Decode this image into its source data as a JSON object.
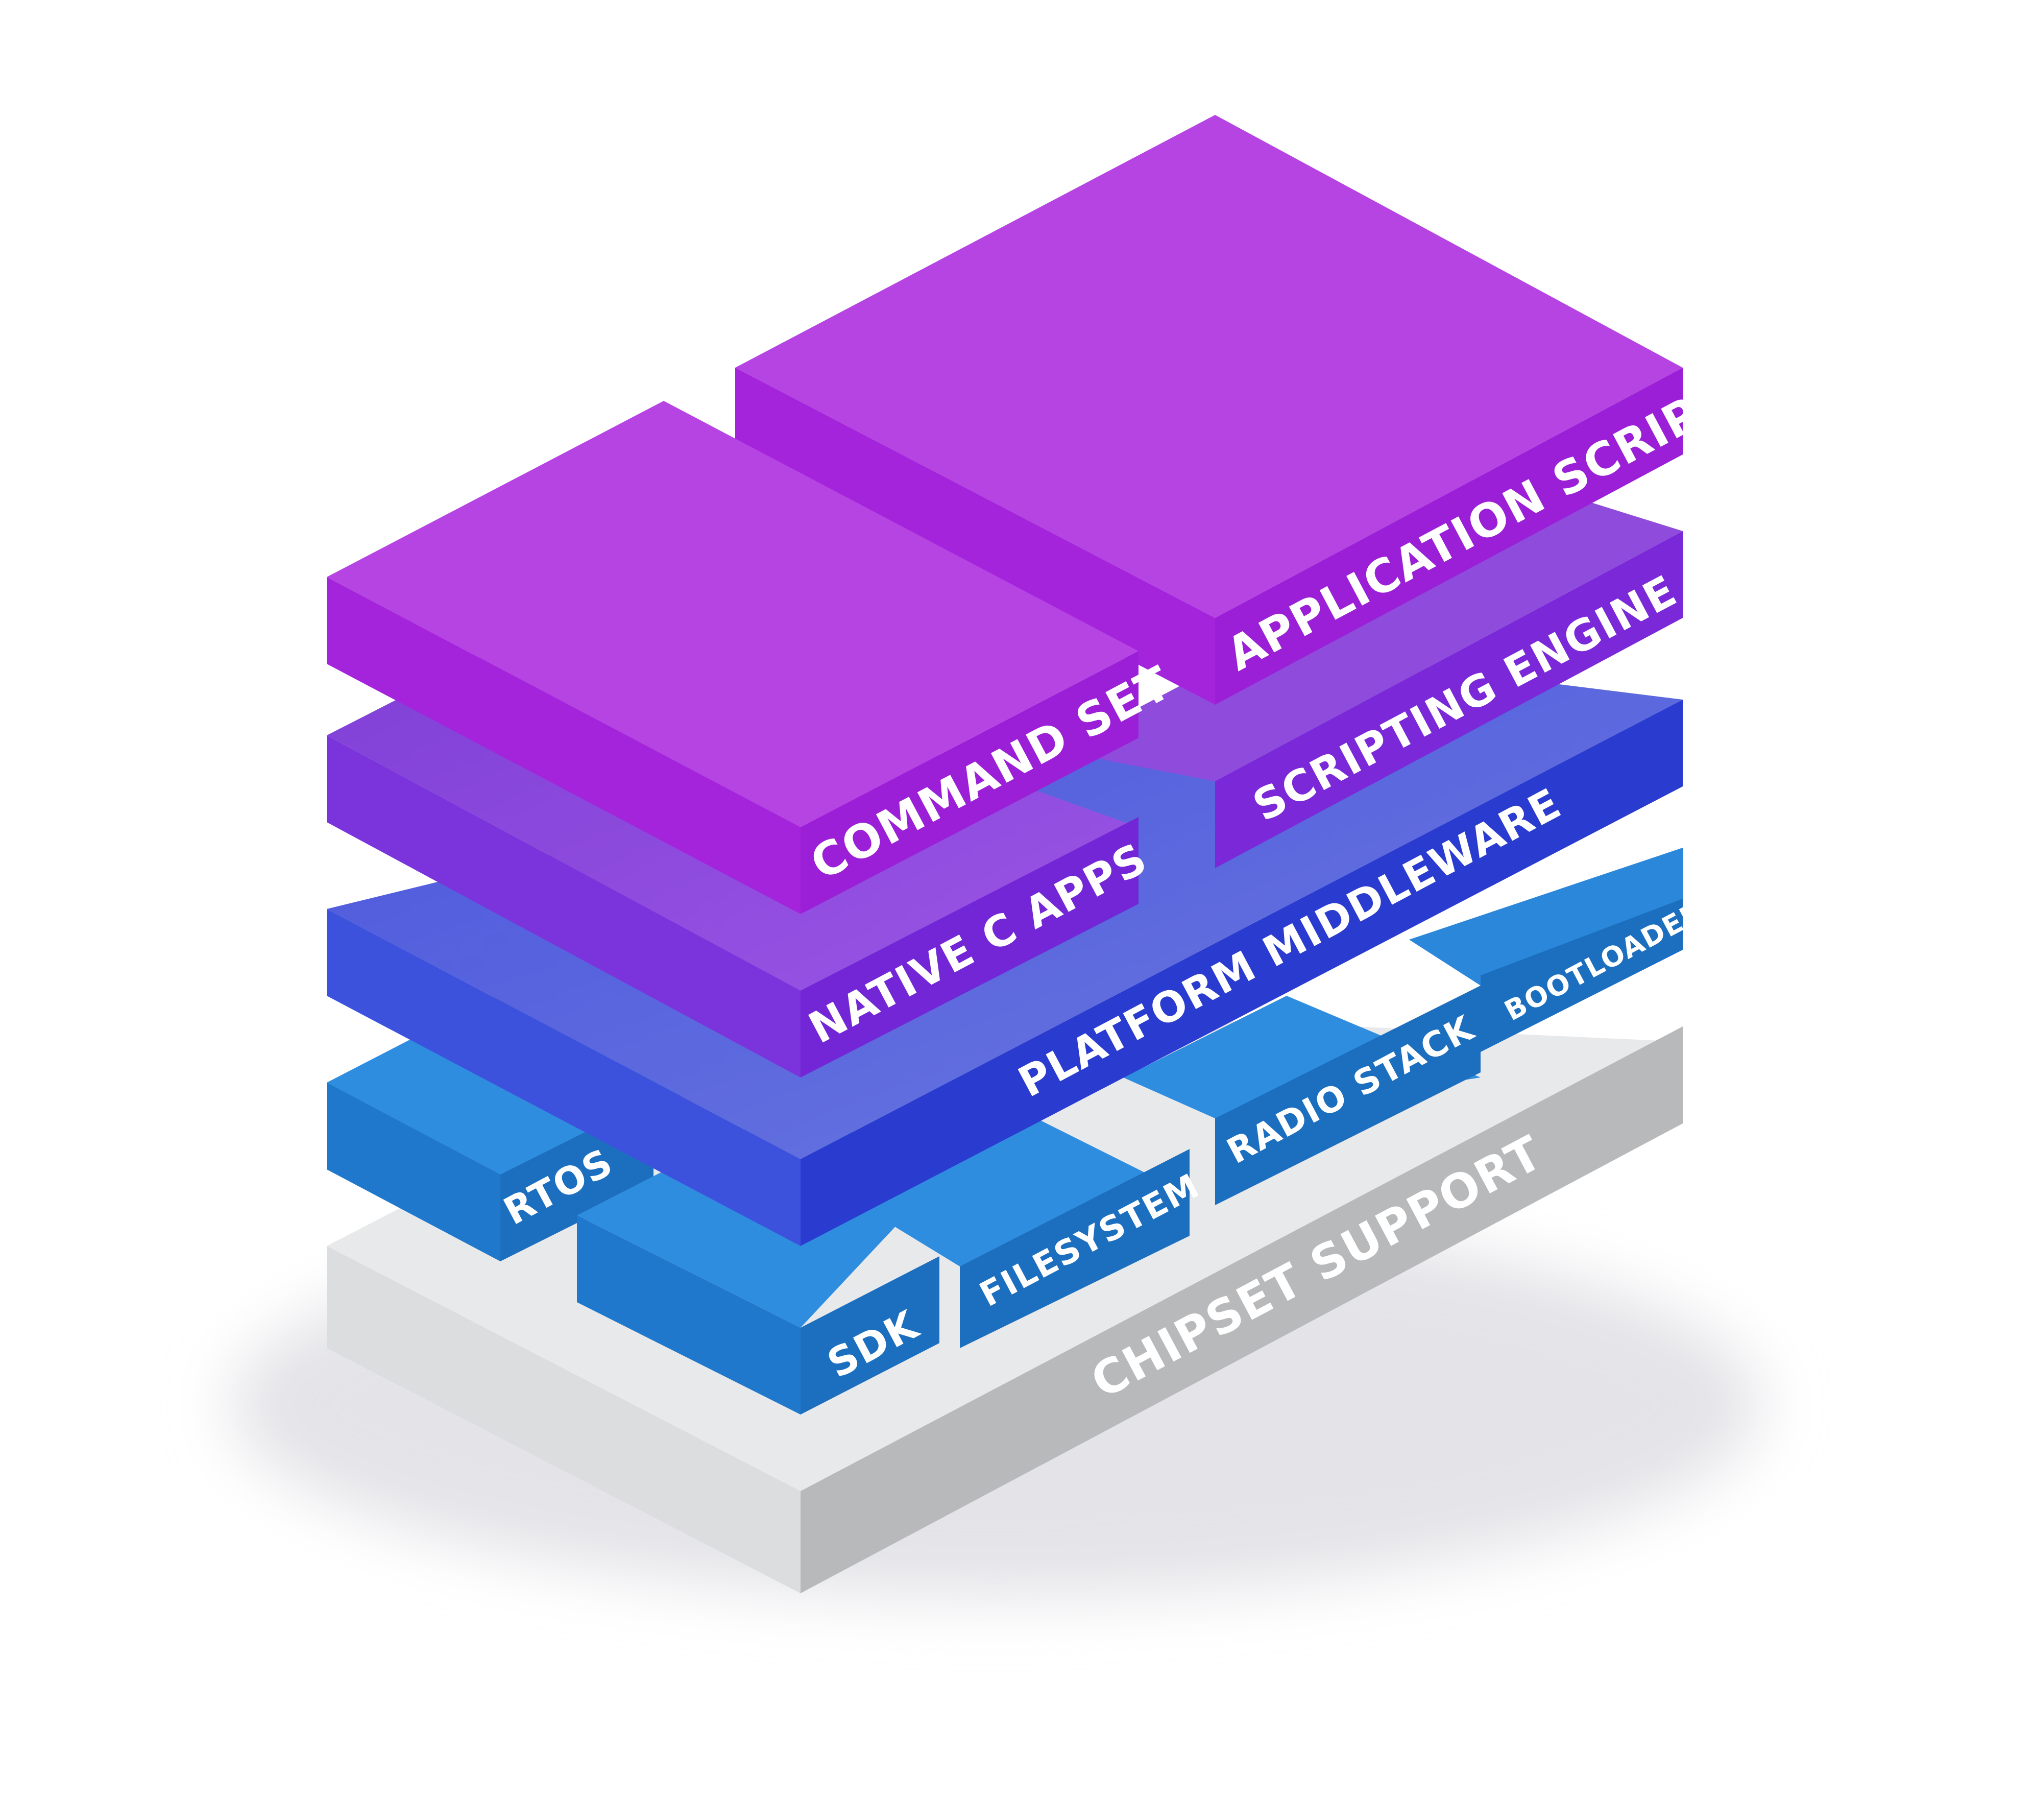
{
  "layers": {
    "chipset_support": "CHIPSET SUPPORT",
    "rtos": "RTOS",
    "sdk": "SDK",
    "filesystem": "FILESYSTEM",
    "radio_stack": "RADIO STACK",
    "bootloader": "BOOTLOADER",
    "platform_middleware": "PLATFORM MIDDLEWARE",
    "native_c_apps": "NATIVE C APPS",
    "scripting_engine": "SCRIPTING ENGINE",
    "command_set": "COMMAND SET",
    "application_scripts": "APPLICATION SCRIPTS"
  },
  "colors": {
    "chipset": "#b8b9bb",
    "blue": "#2a88d8",
    "middleware": "#3a4fd8",
    "native": "#8a3fde",
    "top": "#b644e2"
  }
}
